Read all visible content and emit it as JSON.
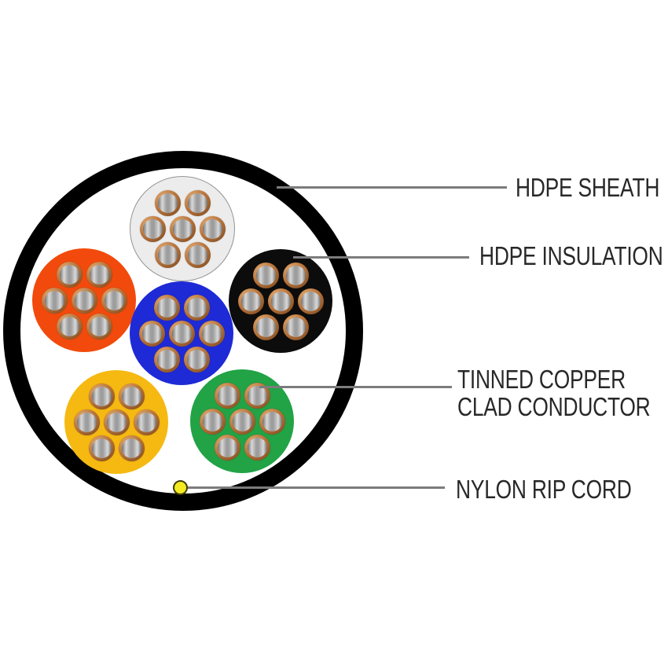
{
  "labels": {
    "sheath": "HDPE SHEATH",
    "insulation": "HDPE INSULATION",
    "conductor_line1": "TINNED COPPER",
    "conductor_line2": "CLAD CONDUCTOR",
    "ripcord": "NYLON RIP CORD"
  },
  "colors": {
    "sheath": "#000000",
    "leader_line": "#7c7c7c",
    "label_text": "#282828",
    "copper_light": "#e2a96e",
    "copper_mid": "#b5713a",
    "copper_dark": "#6e4018",
    "tin_light": "#d9d9d9",
    "tin_mid": "#9d9d9d",
    "tin_dark": "#6f6f6f",
    "ripcord_fill": "#f3ea22",
    "ripcord_border": "#3f3d05"
  },
  "cable": {
    "core_count": 6,
    "strands_per_core": 7,
    "cores": [
      {
        "id": "white",
        "insulation_color": "#ececec",
        "outline_color": "#949494",
        "strands": 7
      },
      {
        "id": "orange",
        "insulation_color": "#f24a0c",
        "strands": 7
      },
      {
        "id": "black",
        "insulation_color": "#0c0c0c",
        "strands": 7
      },
      {
        "id": "blue",
        "insulation_color": "#1e2ad6",
        "strands": 7
      },
      {
        "id": "yellow",
        "insulation_color": "#f5b911",
        "strands": 7
      },
      {
        "id": "green",
        "insulation_color": "#21a346",
        "strands": 7
      }
    ],
    "ripcord_count": 1
  }
}
